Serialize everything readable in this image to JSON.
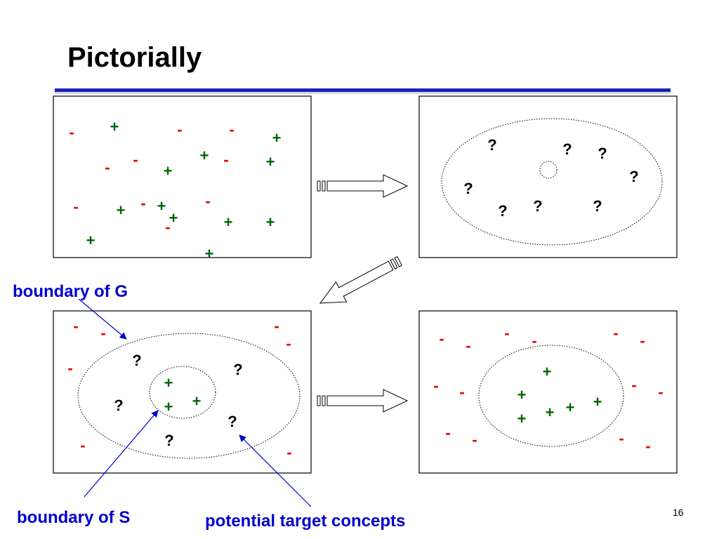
{
  "slide": {
    "title": "Pictorially",
    "page_number": "16"
  },
  "colors": {
    "title_rule": "#1f1fb4",
    "positive": "#006400",
    "negative": "#e00000",
    "annotation": "#0000cc"
  },
  "symbols": {
    "positive": "+",
    "negative": "-",
    "unknown": "?"
  },
  "annotations": {
    "boundary_g": "boundary of G",
    "boundary_s": "boundary of S",
    "potential_targets": "potential target concepts"
  }
}
